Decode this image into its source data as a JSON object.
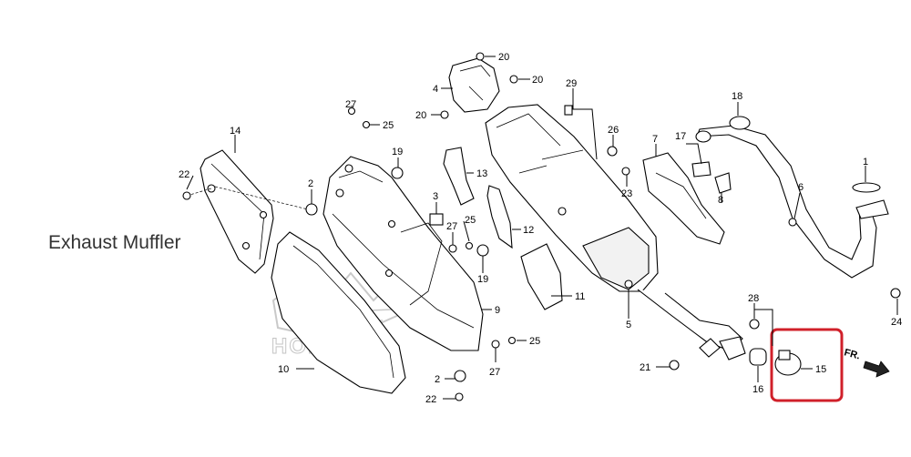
{
  "title": "Exhaust Muffler",
  "direction_label": "FR.",
  "watermark": "HONDA",
  "highlight_color": "#d0202a",
  "callouts": [
    {
      "id": "c20a",
      "text": "20"
    },
    {
      "id": "c4",
      "text": "4"
    },
    {
      "id": "c20b",
      "text": "20"
    },
    {
      "id": "c20c",
      "text": "20"
    },
    {
      "id": "c29",
      "text": "29"
    },
    {
      "id": "c27a",
      "text": "27"
    },
    {
      "id": "c25a",
      "text": "25"
    },
    {
      "id": "c14",
      "text": "14"
    },
    {
      "id": "c22a",
      "text": "22"
    },
    {
      "id": "c19a",
      "text": "19"
    },
    {
      "id": "c2a",
      "text": "2"
    },
    {
      "id": "c13",
      "text": "13"
    },
    {
      "id": "c3",
      "text": "3"
    },
    {
      "id": "c25b",
      "text": "25"
    },
    {
      "id": "c27b",
      "text": "27"
    },
    {
      "id": "c12",
      "text": "12"
    },
    {
      "id": "c19b",
      "text": "19"
    },
    {
      "id": "c26",
      "text": "26"
    },
    {
      "id": "c7",
      "text": "7"
    },
    {
      "id": "c17",
      "text": "17"
    },
    {
      "id": "c23",
      "text": "23"
    },
    {
      "id": "c8",
      "text": "8"
    },
    {
      "id": "c18",
      "text": "18"
    },
    {
      "id": "c1",
      "text": "1"
    },
    {
      "id": "c6",
      "text": "6"
    },
    {
      "id": "c9",
      "text": "9"
    },
    {
      "id": "c11",
      "text": "11"
    },
    {
      "id": "c5",
      "text": "5"
    },
    {
      "id": "c28",
      "text": "28"
    },
    {
      "id": "c24",
      "text": "24"
    },
    {
      "id": "c10",
      "text": "10"
    },
    {
      "id": "c25c",
      "text": "25"
    },
    {
      "id": "c27c",
      "text": "27"
    },
    {
      "id": "c2b",
      "text": "2"
    },
    {
      "id": "c22b",
      "text": "22"
    },
    {
      "id": "c21",
      "text": "21"
    },
    {
      "id": "c16",
      "text": "16"
    },
    {
      "id": "c15",
      "text": "15"
    }
  ]
}
